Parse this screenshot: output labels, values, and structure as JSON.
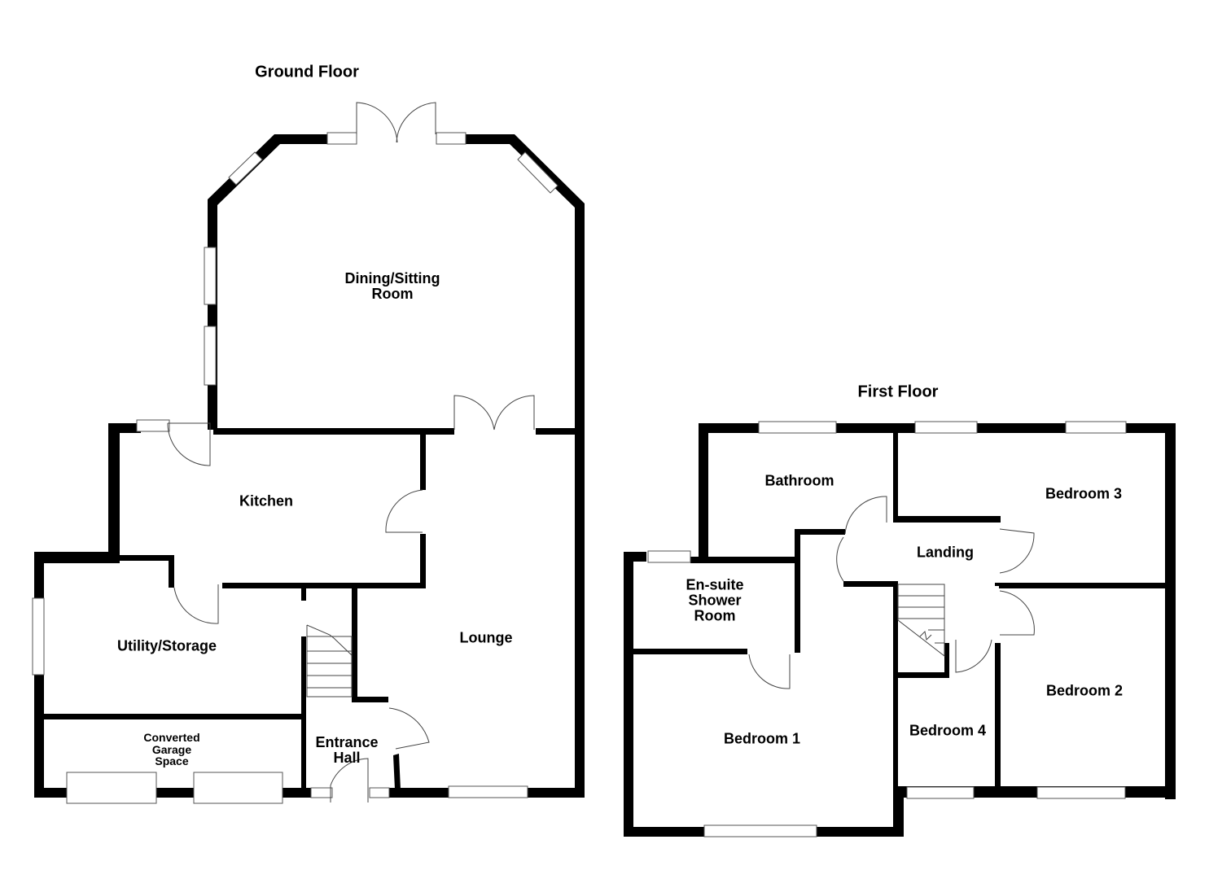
{
  "floors": [
    {
      "title": "Ground Floor",
      "rooms": [
        {
          "name": "Dining/Sitting\nRoom"
        },
        {
          "name": "Kitchen"
        },
        {
          "name": "Lounge"
        },
        {
          "name": "Utility/Storage"
        },
        {
          "name": "Converted\nGarage\nSpace"
        },
        {
          "name": "Entrance\nHall"
        }
      ]
    },
    {
      "title": "First Floor",
      "rooms": [
        {
          "name": "Bathroom"
        },
        {
          "name": "Bedroom 3"
        },
        {
          "name": "Landing"
        },
        {
          "name": "En-suite\nShower\nRoom"
        },
        {
          "name": "Bedroom 2"
        },
        {
          "name": "Bedroom 1"
        },
        {
          "name": "Bedroom 4"
        }
      ]
    }
  ],
  "colors": {
    "wall": "#000000",
    "background": "#ffffff",
    "fixture_line": "#444444"
  }
}
